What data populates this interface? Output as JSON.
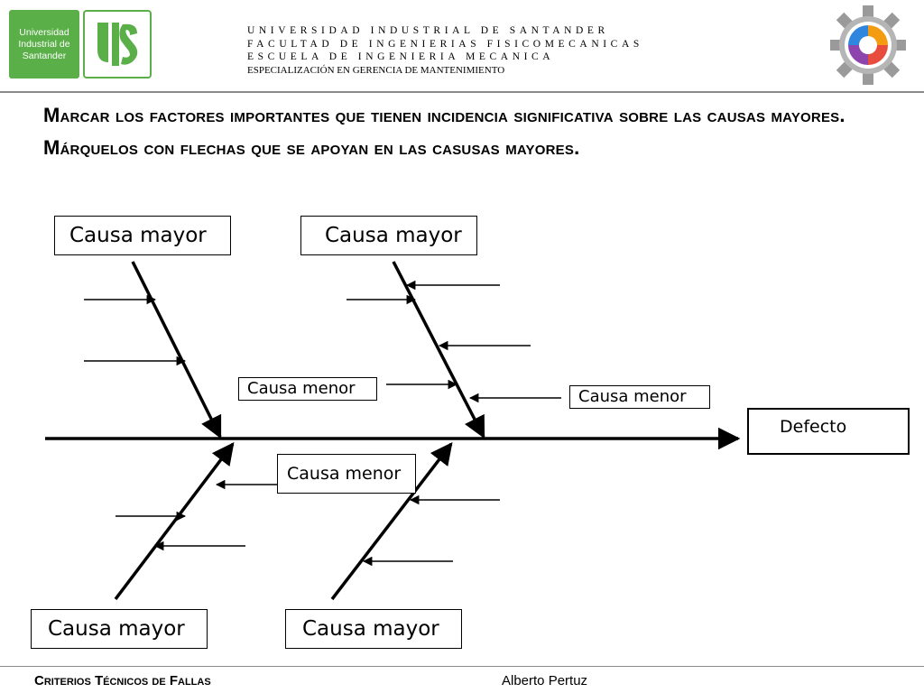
{
  "header": {
    "logo_text": "Universidad Industrial de Santander",
    "university": "UNIVERSIDAD INDUSTRIAL DE SANTANDER",
    "faculty": "FACULTAD DE  INGENIERIAS FISICOMECANICAS",
    "school": "ESCUELA DE INGENIERIA MECANICA",
    "program": "ESPECIALIZACIÓN EN GERENCIA DE MANTENIMIENTO"
  },
  "title": "Marcar los factores importantes que tienen incidencia significativa sobre las causas mayores. Márquelos con flechas que se apoyan en las casusas mayores.",
  "diagram": {
    "major_causes": [
      "Causa mayor",
      "Causa mayor",
      "Causa mayor",
      "Causa mayor"
    ],
    "minor_causes": [
      "Causa menor",
      "Causa menor",
      "Causa menor"
    ],
    "effect": "Defecto"
  },
  "footer": {
    "course": "Criterios Técnicos de Fallas",
    "author": "Alberto Pertuz"
  },
  "colors": {
    "brand_green": "#5aaf48",
    "rule_gray": "#8a8a8a"
  }
}
